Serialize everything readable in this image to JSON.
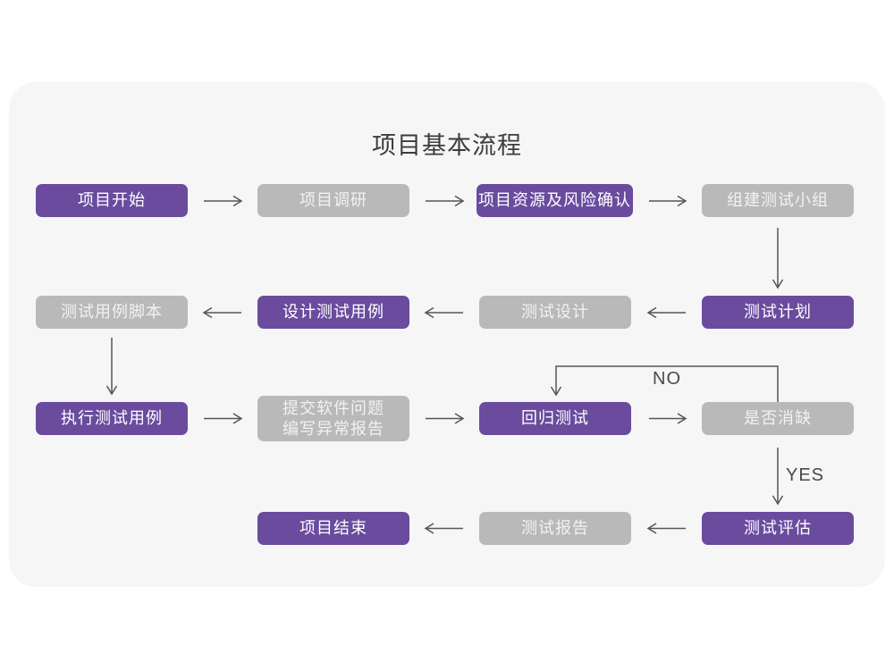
{
  "title": "项目基本流程",
  "colors": {
    "purple": "#6A4B9E",
    "gray": "#B9B9B9",
    "card_bg": "#F6F6F7",
    "arrow": "#55555A",
    "title_text": "#3C3C3C",
    "node_text": "#FFFFFF",
    "gray_node_text": "#F2F2F2",
    "branch_label_text": "#4A4A4D"
  },
  "nodes": {
    "start": {
      "label": "项目开始"
    },
    "research": {
      "label": "项目调研"
    },
    "resource_risk": {
      "label": "项目资源及风险确认"
    },
    "build_team": {
      "label": "组建测试小组"
    },
    "test_plan": {
      "label": "测试计划"
    },
    "test_design": {
      "label": "测试设计"
    },
    "design_cases": {
      "label": "设计测试用例"
    },
    "case_script": {
      "label": "测试用例脚本"
    },
    "execute_cases": {
      "label": "执行测试用例"
    },
    "submit_issues": {
      "line1": "提交软件问题",
      "line2": "编写异常报告"
    },
    "regression": {
      "label": "回归测试"
    },
    "defect_check": {
      "label": "是否消缺"
    },
    "test_eval": {
      "label": "测试评估"
    },
    "test_report": {
      "label": "测试报告"
    },
    "project_end": {
      "label": "项目结束"
    }
  },
  "branch_labels": {
    "no": "NO",
    "yes": "YES"
  }
}
